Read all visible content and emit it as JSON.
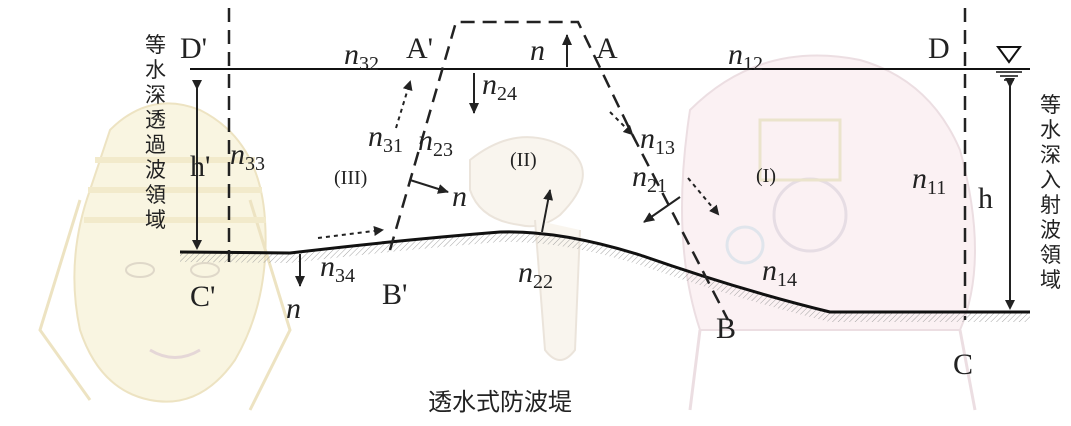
{
  "caption": "透水式防波堤",
  "left_side_label": [
    "等",
    "水",
    "深",
    "透",
    "過",
    "波",
    "領",
    "域"
  ],
  "right_side_label": [
    "等",
    "水",
    "深",
    "入",
    "射",
    "波",
    "領",
    "域"
  ],
  "points": {
    "d_prime": "D'",
    "a_prime": "A'",
    "a": "A",
    "d": "D",
    "c_prime": "C'",
    "b_prime": "B'",
    "b": "B",
    "c": "C"
  },
  "regions": {
    "r1": "(I)",
    "r2": "(II)",
    "r3": "(III)"
  },
  "depth": {
    "h": "h",
    "h_prime": "h'"
  },
  "normals": {
    "n": "n",
    "n11": {
      "base": "n",
      "sub": "11"
    },
    "n12": {
      "base": "n",
      "sub": "12"
    },
    "n13": {
      "base": "n",
      "sub": "13"
    },
    "n14": {
      "base": "n",
      "sub": "14"
    },
    "n21": {
      "base": "n",
      "sub": "21"
    },
    "n22": {
      "base": "n",
      "sub": "22"
    },
    "n23": {
      "base": "n",
      "sub": "23"
    },
    "n24": {
      "base": "n",
      "sub": "24"
    },
    "n31": {
      "base": "n",
      "sub": "31"
    },
    "n32": {
      "base": "n",
      "sub": "32"
    },
    "n33": {
      "base": "n",
      "sub": "33"
    },
    "n34": {
      "base": "n",
      "sub": "34"
    }
  }
}
